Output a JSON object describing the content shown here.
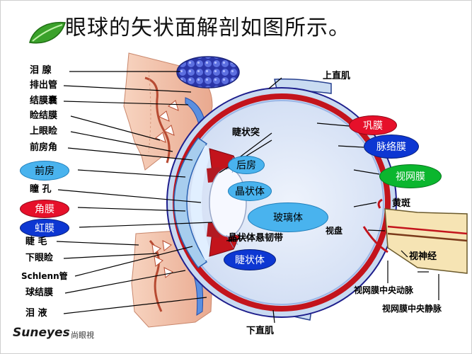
{
  "title": "眼球的矢状面解剖如图所示。",
  "labels": {
    "lei_xian": "泪 腺",
    "pai_chu_guan": "排出管",
    "jie_mo_nang": "结膜囊",
    "jian_jie_mo": "睑结膜",
    "shang_yan_jian": "上眼睑",
    "qian_fang_jiao": "前房角",
    "qian_fang": "前房",
    "tong_kong": "瞳 孔",
    "jiao_mo": "角膜",
    "hong_mo": "虹膜",
    "jie_mao": "睫 毛",
    "xia_yan_jian": "下眼睑",
    "schlemm": "Schlenn管",
    "qiu_jie_mo": "球结膜",
    "lei_ye": "泪 液",
    "shang_zhi_ji": "上直肌",
    "jie_zhuang_tu": "睫状突",
    "hou_fang": "后房",
    "jing_zhuang_ti": "晶状体",
    "bo_li_ti": "玻璃体",
    "jing_zhuang_ti_xuan_ren_dai": "晶状体悬韧带",
    "jie_zhuang_ti": "睫状体",
    "gong_mo": "巩膜",
    "mai_luo_mo": "脉络膜",
    "shi_wang_mo": "视网膜",
    "huang_ban": "黄斑",
    "shi_pan": "视盘",
    "shi_shen_jing": "视神经",
    "zhong_yang_dong_mai": "视网膜中央动脉",
    "zhong_yang_jing_mai": "视网膜中央静脉",
    "xia_zhi_ji": "下直肌"
  },
  "brand": {
    "name": "Suneyes",
    "cn": "尚眼視"
  },
  "colors": {
    "sclera_outer": "#1e1e8c",
    "sclera_fill": "#c9daf1",
    "choroid": "#c3141c",
    "vitreous": "#e3ebf9",
    "lens": "#f6f8ff",
    "cornea": "#9ec7ea",
    "eyelid": "#f2c0a7",
    "lacrimal": "#2f3fb8",
    "leaf": "#3aa12a"
  }
}
